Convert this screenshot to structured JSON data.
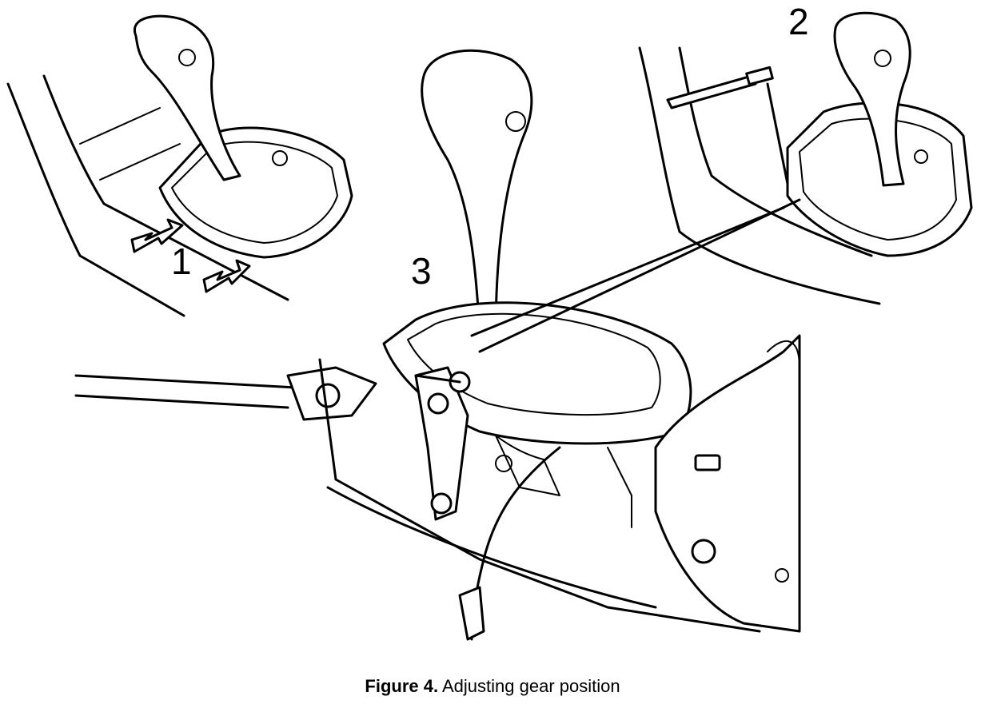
{
  "diagram": {
    "callouts": {
      "one": "1",
      "two": "2",
      "three": "3"
    },
    "caption": {
      "figure_label": "Figure 4.",
      "text": "Adjusting gear position"
    }
  }
}
